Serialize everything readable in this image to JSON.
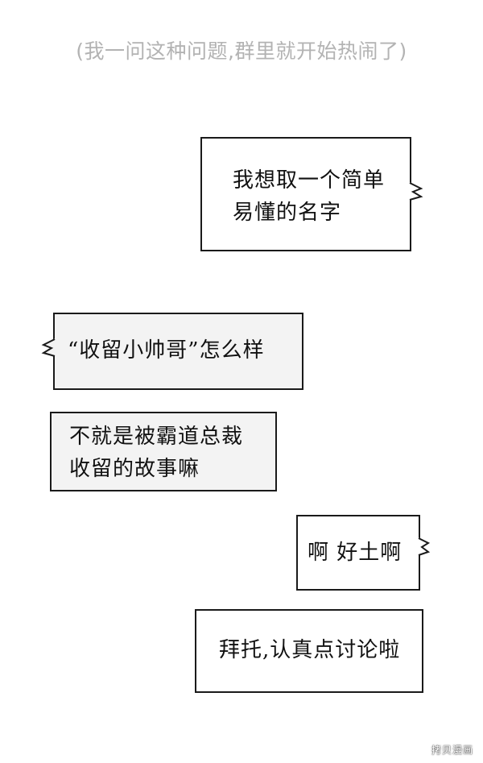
{
  "narration": "(我一问这种问题,群里就开始热闹了)",
  "bubbles": [
    {
      "text": "我想取一个简单\n易懂的名字"
    },
    {
      "text": "“收留小帅哥”怎么样"
    },
    {
      "text": "不就是被霸道总裁\n收留的故事嘛"
    },
    {
      "text": "啊 好土啊"
    },
    {
      "text": "拜托,认真点讨论啦"
    }
  ],
  "watermark": "拷贝漫画"
}
